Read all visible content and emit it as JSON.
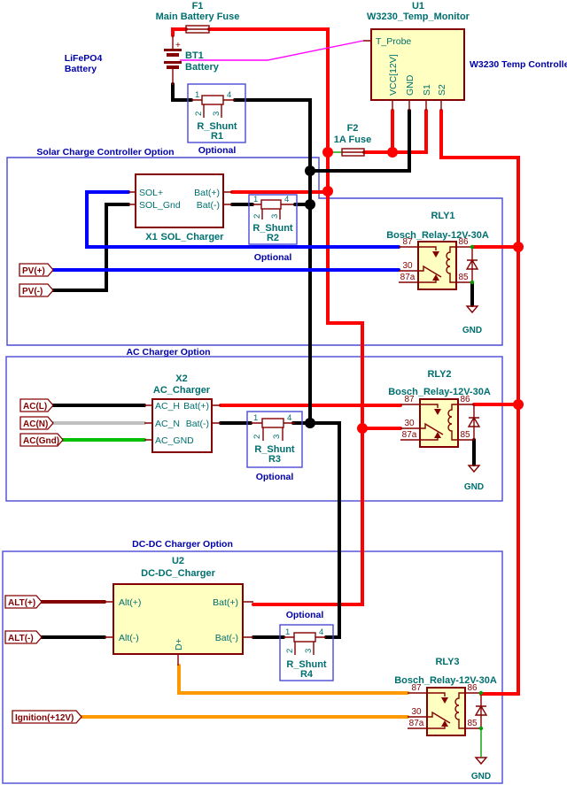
{
  "colors": {
    "wire_power_positive": "#ff0000",
    "wire_ground": "#000000",
    "wire_solar_positive": "#0000ff",
    "wire_ac_neutral": "#c0c0c0",
    "wire_ac_ground": "#00c000",
    "wire_ignition": "#ff9900",
    "wire_alternator_positive": "#840000",
    "wire_probe": "#ff00ff",
    "wire_thin_green": "#00a000",
    "component_outline": "#840000",
    "component_fill": "#ffffc2",
    "option_box": "#4a4ad6",
    "junction_red": "#ff0000",
    "junction_black": "#000000"
  },
  "f1": {
    "ref": "F1",
    "value": "Main Battery Fuse"
  },
  "bt1": {
    "ref": "BT1",
    "value": "Battery",
    "plus": "+",
    "note": [
      "LiFePO4",
      "Battery"
    ]
  },
  "u1": {
    "ref": "U1",
    "value": "W3230_Temp_Monitor",
    "note": "W3230 Temp Controller",
    "pins": {
      "t_probe": "T_Probe",
      "vcc": "VCC[12V]",
      "gnd": "GND",
      "s1": "S1",
      "s2": "S2"
    }
  },
  "f2": {
    "ref": "F2",
    "value": "1A Fuse"
  },
  "sections": [
    {
      "title": "Solar Charge Controller Option"
    },
    {
      "title": "AC Charger Option"
    },
    {
      "title": "DC-DC Charger Option"
    }
  ],
  "x1": {
    "ref": "X1",
    "value": "SOL_Charger",
    "pins": {
      "sol_pos": "SOL+",
      "sol_gnd": "SOL_Gnd",
      "bat_pos": "Bat(+)",
      "bat_neg": "Bat(-)"
    }
  },
  "x2": {
    "ref": "X2",
    "value": "AC_Charger",
    "pins": {
      "ac_h": "AC_H",
      "ac_n": "AC_N",
      "ac_gnd": "AC_GND",
      "bat_pos": "Bat(+)",
      "bat_neg": "Bat(-)"
    }
  },
  "u2": {
    "ref": "U2",
    "value": "DC-DC_Charger",
    "pins": {
      "alt_pos": "Alt(+)",
      "alt_neg": "Alt(-)",
      "bat_pos": "Bat(+)",
      "bat_neg": "Bat(-)",
      "d_plus": "D+"
    }
  },
  "shunts": [
    {
      "ref": "R1",
      "value": "R_Shunt",
      "note": "Optional",
      "pins": [
        "1",
        "2",
        "3",
        "4"
      ]
    },
    {
      "ref": "R2",
      "value": "R_Shunt",
      "note": "Optional",
      "pins": [
        "1",
        "2",
        "3",
        "4"
      ]
    },
    {
      "ref": "R3",
      "value": "R_Shunt",
      "note": "Optional",
      "pins": [
        "1",
        "2",
        "3",
        "4"
      ]
    },
    {
      "ref": "R4",
      "value": "R_Shunt",
      "note": "Optional",
      "pins": [
        "1",
        "2",
        "3",
        "4"
      ]
    }
  ],
  "relays": [
    {
      "ref": "RLY1",
      "value": "Bosch_Relay-12V-30A",
      "pins": {
        "p87": "87",
        "p30": "30",
        "p87a": "87a",
        "p86": "86",
        "p85": "85"
      },
      "ground": "GND"
    },
    {
      "ref": "RLY2",
      "value": "Bosch_Relay-12V-30A",
      "pins": {
        "p87": "87",
        "p30": "30",
        "p87a": "87a",
        "p86": "86",
        "p85": "85"
      },
      "ground": "GND"
    },
    {
      "ref": "RLY3",
      "value": "Bosch_Relay-12V-30A",
      "pins": {
        "p87": "87",
        "p30": "30",
        "p87a": "87a",
        "p86": "86",
        "p85": "85"
      },
      "ground": "GND"
    }
  ],
  "net_labels": {
    "pv_pos": "PV(+)",
    "pv_neg": "PV(-)",
    "ac_l": "AC(L)",
    "ac_n": "AC(N)",
    "ac_gnd": "AC(Gnd)",
    "alt_pos": "ALT(+)",
    "alt_neg": "ALT(-)",
    "ignition": "Ignition(+12V)"
  }
}
